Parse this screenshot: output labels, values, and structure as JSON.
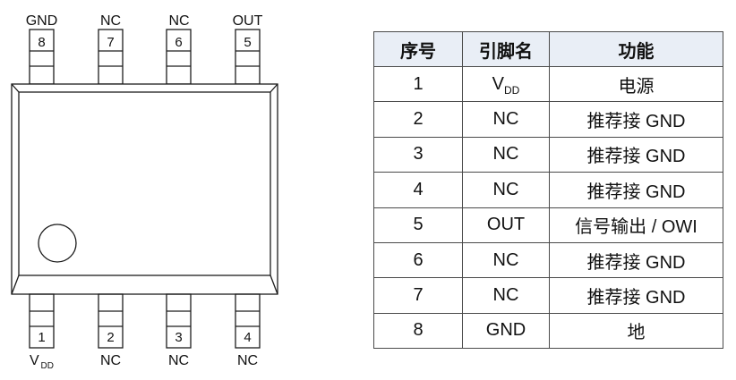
{
  "figure": {
    "background_color": "#ffffff",
    "line_color": "#1c1c1c"
  },
  "chip": {
    "package_pins_per_side": 4,
    "top_pins": [
      {
        "number": "8",
        "label": "GND"
      },
      {
        "number": "7",
        "label": "NC"
      },
      {
        "number": "6",
        "label": "NC"
      },
      {
        "number": "5",
        "label": "OUT"
      }
    ],
    "bottom_pins": [
      {
        "number": "1",
        "label_main": "V",
        "label_sub": "DD"
      },
      {
        "number": "2",
        "label_main": "NC",
        "label_sub": ""
      },
      {
        "number": "3",
        "label_main": "NC",
        "label_sub": ""
      },
      {
        "number": "4",
        "label_main": "NC",
        "label_sub": ""
      }
    ]
  },
  "table": {
    "header_bg": "#e9eef6",
    "border_color": "#4a4a4a",
    "headers": [
      "序号",
      "引脚名",
      "功能"
    ],
    "rows": [
      {
        "num": "1",
        "name_main": "V",
        "name_sub": "DD",
        "func": "电源"
      },
      {
        "num": "2",
        "name_main": "NC",
        "name_sub": "",
        "func": "推荐接 GND"
      },
      {
        "num": "3",
        "name_main": "NC",
        "name_sub": "",
        "func": "推荐接 GND"
      },
      {
        "num": "4",
        "name_main": "NC",
        "name_sub": "",
        "func": "推荐接 GND"
      },
      {
        "num": "5",
        "name_main": "OUT",
        "name_sub": "",
        "func": "信号输出 / OWI"
      },
      {
        "num": "6",
        "name_main": "NC",
        "name_sub": "",
        "func": "推荐接 GND"
      },
      {
        "num": "7",
        "name_main": "NC",
        "name_sub": "",
        "func": "推荐接 GND"
      },
      {
        "num": "8",
        "name_main": "GND",
        "name_sub": "",
        "func": "地"
      }
    ]
  }
}
